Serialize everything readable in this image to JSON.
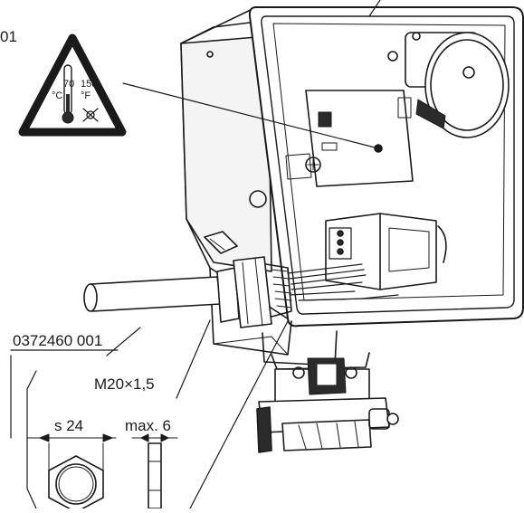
{
  "labels": {
    "drawing_id": "01",
    "part_number": "0372460 001",
    "thread": "M20×1,5",
    "wrench_size": "s 24",
    "max_thickness": "max. 6"
  },
  "temp_symbol": {
    "min_celsius": "70",
    "max_fahrenheit": "158",
    "unit_c": "°C",
    "unit_f": "°F"
  },
  "colors": {
    "line": "#1a1a1a",
    "background": "#ffffff",
    "shade": "#cfcfcf",
    "dark": "#2b2b2b"
  }
}
